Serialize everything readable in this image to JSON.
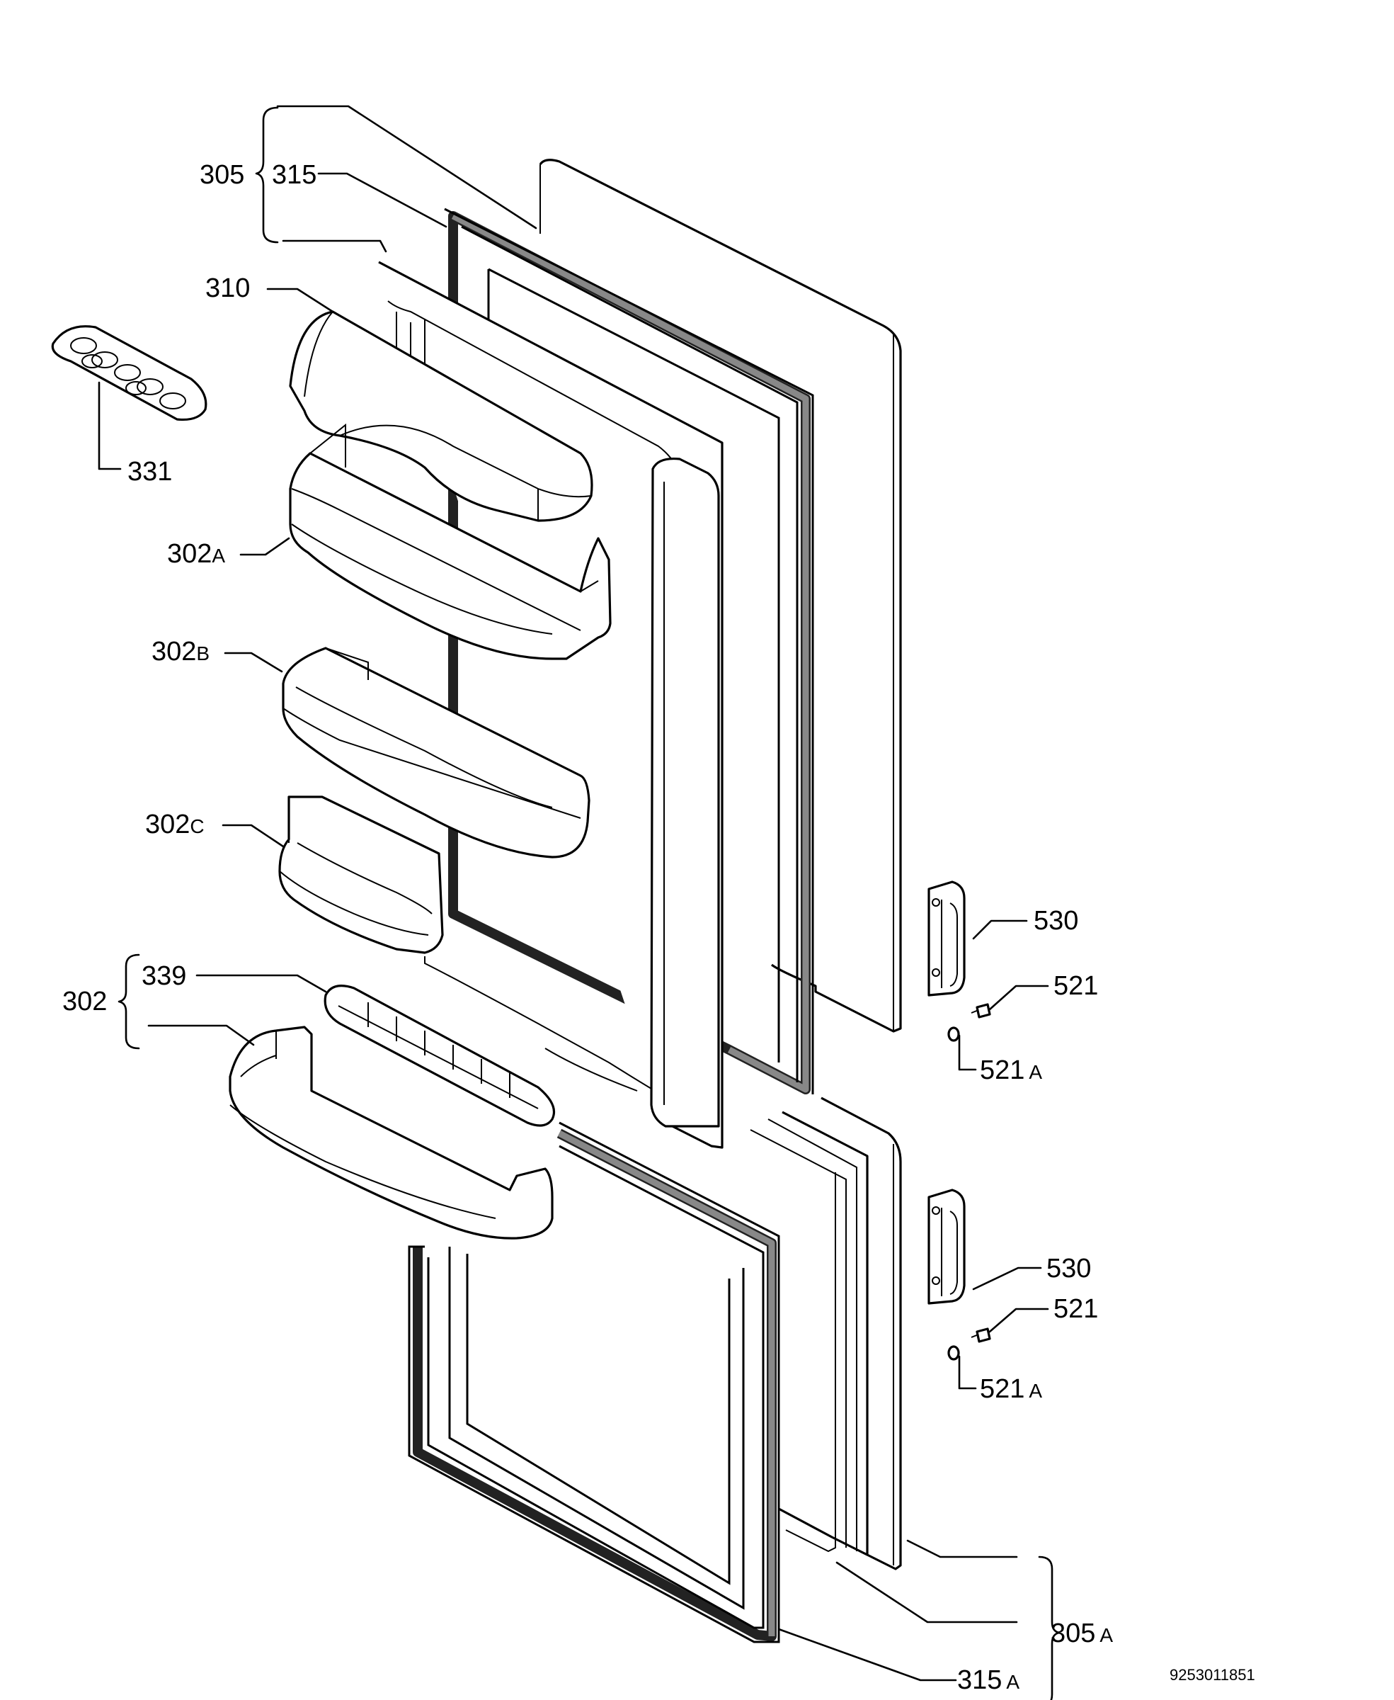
{
  "diagram": {
    "drawing_number": "9253011851",
    "labels": {
      "l305": "305",
      "l315": "315",
      "l310": "310",
      "l331": "331",
      "l302A": "302",
      "l302A_sfx": "A",
      "l302B": "302",
      "l302B_sfx": "B",
      "l302C": "302",
      "l302C_sfx": "C",
      "l302": "302",
      "l339": "339",
      "l530_top": "530",
      "l521_top": "521",
      "l521A_top": "521",
      "l521A_top_sfx": "A",
      "l530_bot": "530",
      "l521_bot": "521",
      "l521A_bot": "521",
      "l521A_bot_sfx": "A",
      "l305A": "305",
      "l305A_sfx": "A",
      "l315A": "315",
      "l315A_sfx": "A"
    }
  }
}
